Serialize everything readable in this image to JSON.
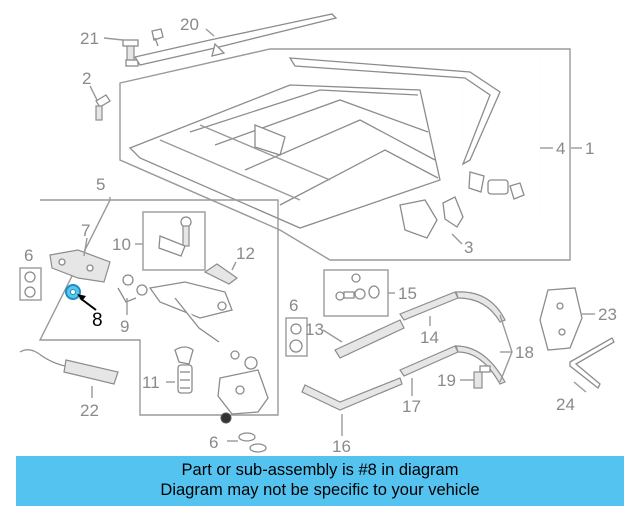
{
  "callouts": {
    "c1": "1",
    "c2": "2",
    "c3": "3",
    "c4": "4",
    "c5": "5",
    "c6a": "6",
    "c6b": "6",
    "c6c": "6",
    "c7": "7",
    "c8": "8",
    "c9": "9",
    "c10": "10",
    "c11": "11",
    "c12": "12",
    "c13": "13",
    "c14": "14",
    "c15": "15",
    "c16": "16",
    "c17": "17",
    "c18": "18",
    "c19": "19",
    "c20": "20",
    "c21": "21",
    "c22": "22",
    "c23": "23",
    "c24": "24"
  },
  "highlight": {
    "part": "8",
    "color": "#5ec4ea",
    "ring_color": "#1a8fc4"
  },
  "banner": {
    "line1": "Part or sub-assembly is #8 in diagram",
    "line2": "Diagram may not be specific to your vehicle",
    "bg": "#55c3f0"
  }
}
